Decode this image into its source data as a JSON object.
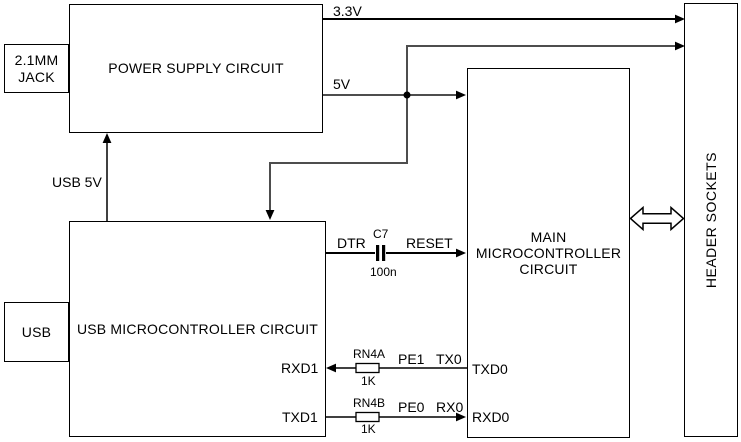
{
  "blocks": {
    "power_supply": {
      "label": "POWER SUPPLY CIRCUIT"
    },
    "jack": {
      "label": "2.1MM\nJACK"
    },
    "usb": {
      "label": "USB"
    },
    "usb_micro": {
      "label": "USB MICROCONTROLLER CIRCUIT",
      "pins": {
        "rxd1": "RXD1",
        "txd1": "TXD1"
      }
    },
    "main_micro": {
      "label": "MAIN\nMICROCONTROLLER\nCIRCUIT",
      "pins": {
        "txd0": "TXD0",
        "rxd0": "RXD0"
      }
    },
    "header_sockets": {
      "label": "HEADER SOCKETS"
    }
  },
  "nets": {
    "v33": "3.3V",
    "v5": "5V",
    "usb5v": "USB 5V",
    "dtr": "DTR",
    "reset": "RESET",
    "pe1": "PE1",
    "tx0": "TX0",
    "pe0": "PE0",
    "rx0": "RX0"
  },
  "components": {
    "c7": {
      "ref": "C7",
      "value": "100n"
    },
    "rn4a": {
      "ref": "RN4A",
      "value": "1K"
    },
    "rn4b": {
      "ref": "RN4B",
      "value": "1K"
    }
  },
  "colors": {
    "background": "#ffffff",
    "wire_gray": "#4d4d4d",
    "line_black": "#000000"
  }
}
